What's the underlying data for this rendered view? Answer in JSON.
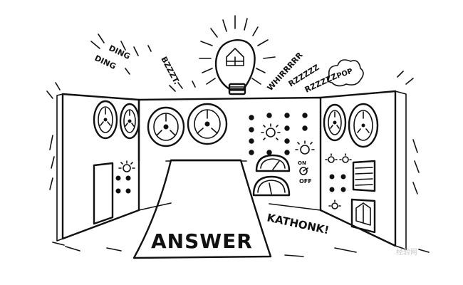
{
  "sounds": {
    "ding1": "DING",
    "ding2": "DING",
    "bzzzt": "BZZZT.",
    "whirr": "WHIRRRRR",
    "rzz1": "RZZZZZ",
    "rzz2": "RZZZZZ",
    "pop": "POP",
    "kathonk": "KATHONK!"
  },
  "gauge_labels": {
    "on": "ON",
    "off": "OFF"
  },
  "answer": "ANSWER",
  "watermark": "经验网"
}
